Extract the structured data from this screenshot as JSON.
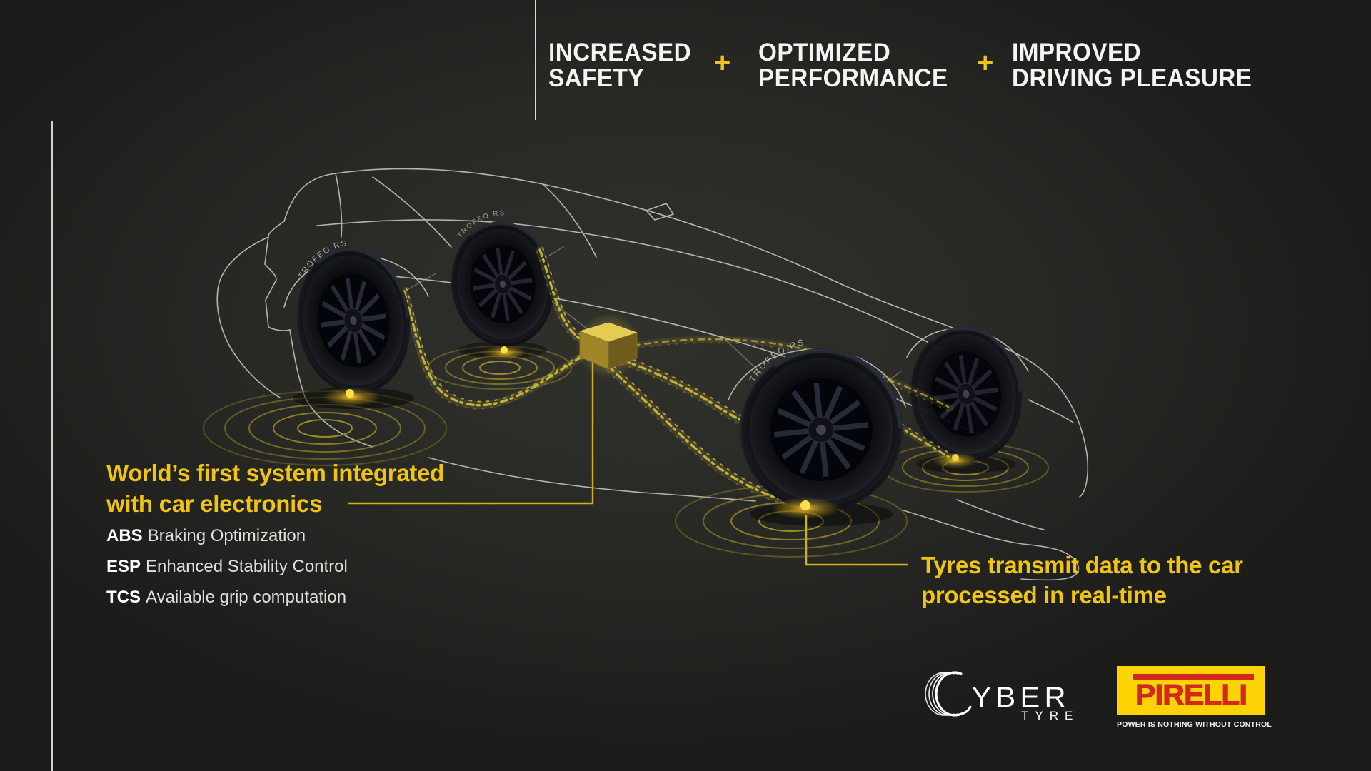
{
  "colors": {
    "background": "#1d1d1b",
    "accent_yellow": "#f0c413",
    "connector_yellow": "#d1b117",
    "wireframe_white": "#d6d6d2",
    "pirelli_yellow": "#fcd403",
    "pirelli_red": "#d3281e"
  },
  "header": {
    "plus": "+",
    "items": [
      {
        "line1": "INCREASED",
        "line2": "SAFETY"
      },
      {
        "line1": "OPTIMIZED",
        "line2": "PERFORMANCE"
      },
      {
        "line1": "IMPROVED",
        "line2": "DRIVING PLEASURE"
      }
    ]
  },
  "left_callout": {
    "title_line1": "World’s first system integrated",
    "title_line2": "with car electronics",
    "features": [
      {
        "acronym": "ABS",
        "description": "Braking Optimization"
      },
      {
        "acronym": "ESP",
        "description": "Enhanced Stability Control"
      },
      {
        "acronym": "TCS",
        "description": "Available grip computation"
      }
    ]
  },
  "right_callout": {
    "line1": "Tyres transmit data to the car",
    "line2": "processed in real-time"
  },
  "illustration": {
    "tyre_sidewall": "TROFEO RS"
  },
  "footer": {
    "cyber_logo": {
      "initial": "C",
      "rest": "YBER",
      "subtitle": "TYRE"
    },
    "pirelli_logo": {
      "brand": "PIRELLI",
      "tagline": "POWER IS NOTHING WITHOUT CONTROL"
    }
  }
}
